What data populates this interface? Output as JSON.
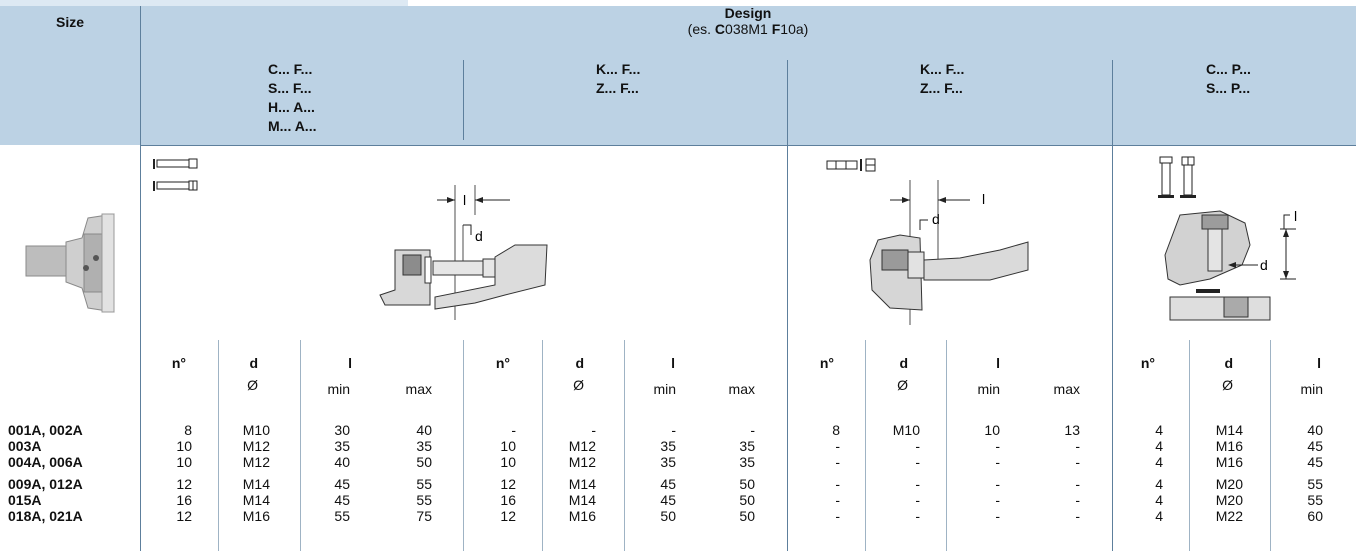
{
  "header": {
    "size_label": "Size",
    "design_label": "Design",
    "design_example_prefix": "(es. ",
    "design_example_c": "C",
    "design_example_mid": "038M1 ",
    "design_example_f": "F",
    "design_example_suffix": "10a)"
  },
  "groups": [
    {
      "lines": [
        "C... F...",
        "S... F...",
        "H... A...",
        "M... A..."
      ]
    },
    {
      "lines": [
        "K... F...",
        "Z... F..."
      ]
    },
    {
      "lines": [
        "K... F...",
        "Z... F..."
      ]
    },
    {
      "lines": [
        "C... P...",
        "S... P..."
      ]
    }
  ],
  "diagram_labels": {
    "l": "l",
    "d": "d"
  },
  "columns": {
    "n": "n°",
    "d": "d",
    "l": "l",
    "dia": "Ø",
    "min": "min",
    "max": "max"
  },
  "rows": [
    {
      "size": "001A, 002A",
      "v": [
        "8",
        "M10",
        "30",
        "40",
        "-",
        "-",
        "-",
        "-",
        "8",
        "M10",
        "10",
        "13",
        "4",
        "M14",
        "40"
      ]
    },
    {
      "size": "003A",
      "v": [
        "10",
        "M12",
        "35",
        "35",
        "10",
        "M12",
        "35",
        "35",
        "-",
        "-",
        "-",
        "-",
        "4",
        "M16",
        "45"
      ]
    },
    {
      "size": "004A, 006A",
      "v": [
        "10",
        "M12",
        "40",
        "50",
        "10",
        "M12",
        "35",
        "35",
        "-",
        "-",
        "-",
        "-",
        "4",
        "M16",
        "45"
      ]
    },
    {
      "size": "009A, 012A",
      "v": [
        "12",
        "M14",
        "45",
        "55",
        "12",
        "M14",
        "45",
        "50",
        "-",
        "-",
        "-",
        "-",
        "4",
        "M20",
        "55"
      ]
    },
    {
      "size": "015A",
      "v": [
        "16",
        "M14",
        "45",
        "55",
        "16",
        "M14",
        "45",
        "50",
        "-",
        "-",
        "-",
        "-",
        "4",
        "M20",
        "55"
      ]
    },
    {
      "size": "018A, 021A",
      "v": [
        "12",
        "M16",
        "55",
        "75",
        "12",
        "M16",
        "50",
        "50",
        "-",
        "-",
        "-",
        "-",
        "4",
        "M22",
        "60"
      ]
    }
  ]
}
